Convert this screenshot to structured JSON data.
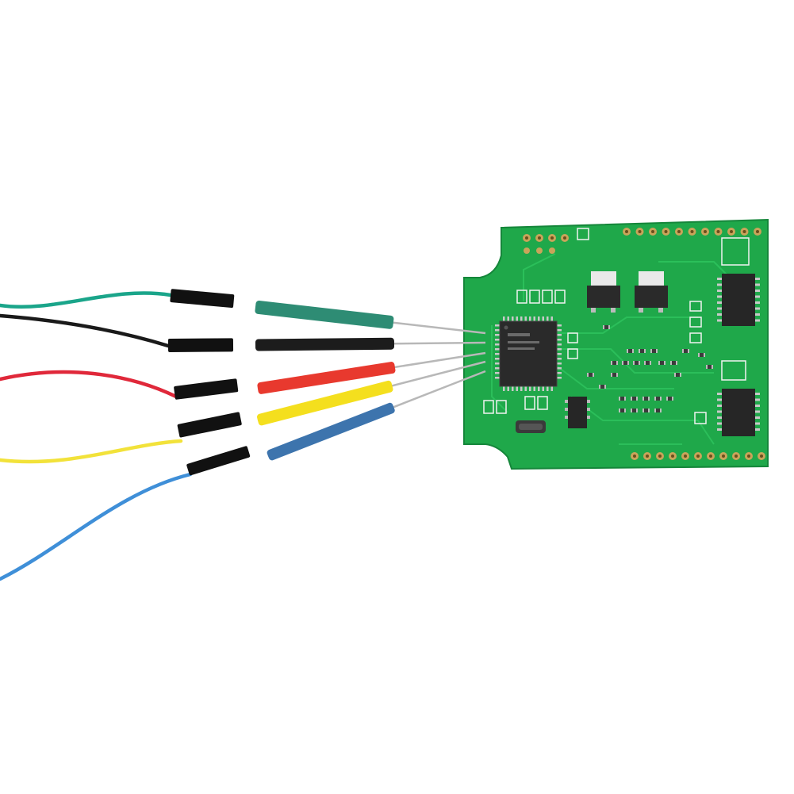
{
  "scene": {
    "background": "#ffffff",
    "board": {
      "color": "#1fa84a",
      "trace_color": "#2ec45e",
      "silk_color": "#f2f2f2",
      "pad_color": "#c9a45a",
      "chip_color": "#2a2a2a"
    },
    "wires": [
      {
        "name": "green",
        "color": "#1aa58a",
        "sleeve_color": "#2e8c74"
      },
      {
        "name": "black",
        "color": "#1a1a1a",
        "sleeve_color": "#1c1c1c"
      },
      {
        "name": "red",
        "color": "#e0283a",
        "sleeve_color": "#e8392e"
      },
      {
        "name": "yellow",
        "color": "#f2e23a",
        "sleeve_color": "#f4df1e"
      },
      {
        "name": "blue",
        "color": "#3f8fd8",
        "sleeve_color": "#3d74ad"
      }
    ],
    "connector_color": "#111111",
    "pin_color": "#b8b8b8"
  }
}
